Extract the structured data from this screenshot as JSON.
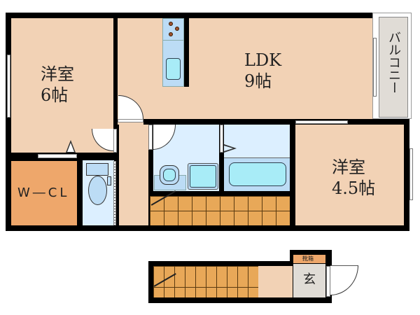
{
  "floor_plan": {
    "rooms": {
      "western_room_1": {
        "name": "洋室",
        "size": "6帖"
      },
      "ldk": {
        "name": "LDK",
        "size": "9帖"
      },
      "western_room_2": {
        "name": "洋室",
        "size": "4.5帖"
      },
      "walk_in_closet": {
        "name": "W―CL"
      },
      "balcony": {
        "name": "バルコニー"
      },
      "entrance": {
        "name": "玄"
      },
      "shoe_box": {
        "name": "靴箱"
      }
    },
    "colors": {
      "room_floor": "#f2d2b5",
      "closet": "#eea76b",
      "stairs": "#e8a858",
      "wet_area": "#dcefff",
      "fixture": "#a8ecf7",
      "balcony_entrance": "#e0dcd6",
      "wall": "#000000"
    }
  }
}
